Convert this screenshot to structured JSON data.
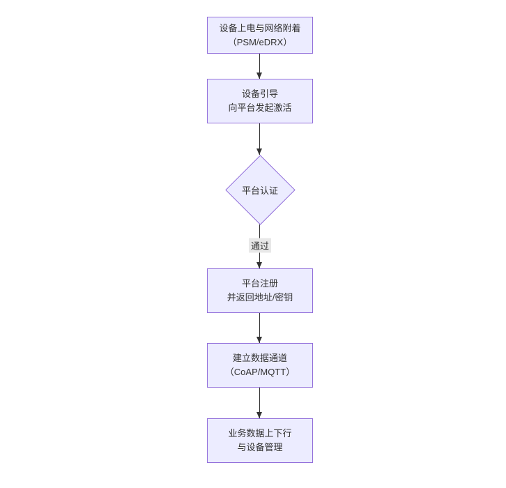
{
  "diagram": {
    "type": "flowchart-vertical",
    "colors": {
      "node_fill": "#ECECFF",
      "node_border": "#9370DB",
      "text": "#333333",
      "edge": "#333333",
      "edge_label_bg": "#e8e8e8",
      "background": "#ffffff"
    },
    "nodes": [
      {
        "id": "power-attach",
        "shape": "rect",
        "lines": [
          "设备上电与网络附着",
          "（PSM/eDRX）"
        ]
      },
      {
        "id": "bootstrap",
        "shape": "rect",
        "lines": [
          "设备引导",
          "向平台发起激活"
        ]
      },
      {
        "id": "platform-auth",
        "shape": "diamond",
        "lines": [
          "平台认证"
        ]
      },
      {
        "id": "platform-register",
        "shape": "rect",
        "lines": [
          "平台注册",
          "并返回地址/密钥"
        ]
      },
      {
        "id": "data-channel",
        "shape": "rect",
        "lines": [
          "建立数据通道",
          "（CoAP/MQTT）"
        ]
      },
      {
        "id": "business-data",
        "shape": "rect",
        "lines": [
          "业务数据上下行",
          "与设备管理"
        ]
      }
    ],
    "edges": [
      {
        "from": "power-attach",
        "to": "bootstrap",
        "label": ""
      },
      {
        "from": "bootstrap",
        "to": "platform-auth",
        "label": ""
      },
      {
        "from": "platform-auth",
        "to": "platform-register",
        "label": "通过"
      },
      {
        "from": "platform-register",
        "to": "data-channel",
        "label": ""
      },
      {
        "from": "data-channel",
        "to": "business-data",
        "label": ""
      }
    ]
  }
}
